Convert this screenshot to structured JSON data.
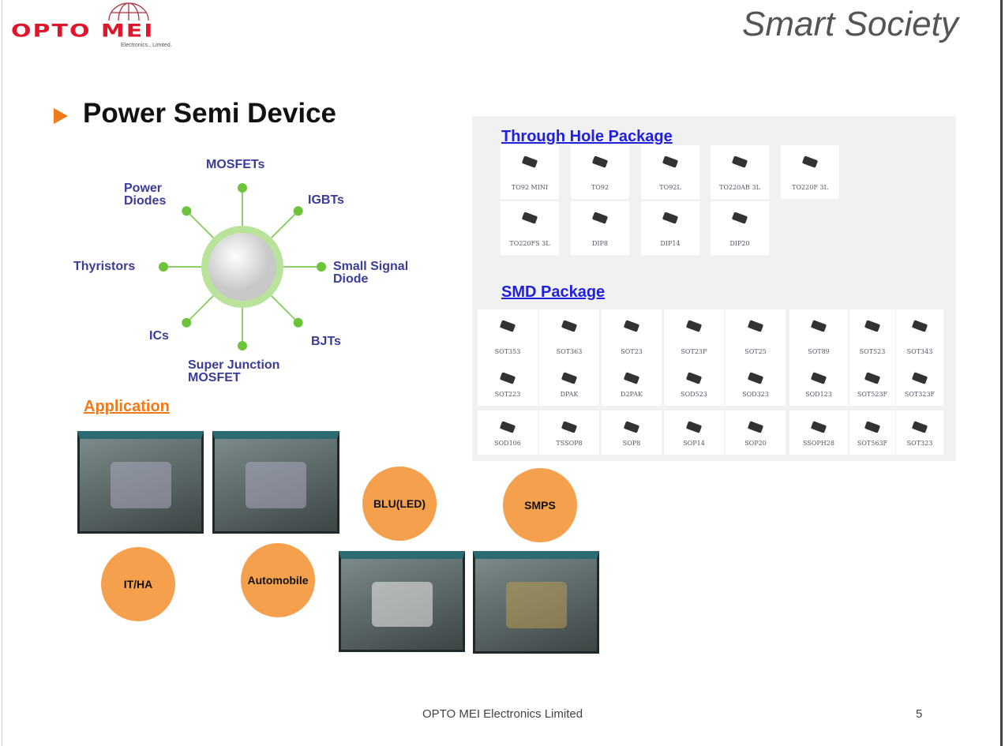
{
  "header": {
    "logo": "OPTO MEI",
    "logo_sub": "Electronics., Limited.",
    "tagline": "Smart Society"
  },
  "title": "Power Semi Device",
  "diagram": {
    "nodes": [
      "MOSFETs",
      "IGBTs",
      "Small Signal Diode",
      "BJTs",
      "Super Junction MOSFET",
      "ICs",
      "Thyristors",
      "Power Diodes"
    ]
  },
  "through_hole": {
    "title": "Through Hole Package",
    "items": [
      "TO92 MINI",
      "TO92",
      "TO92L",
      "TO220AB 3L",
      "TO220F 3L",
      "TO220FS 3L",
      "DIP8",
      "DIP14",
      "DIP20"
    ]
  },
  "smd": {
    "title": "SMD Package",
    "items": [
      "SOT353",
      "SOT363",
      "SOT23",
      "SOT23F",
      "SOT25",
      "SOT89",
      "SOT523",
      "SOT343",
      "SOT223",
      "DPAK",
      "D2PAK",
      "SOD523",
      "SOD323",
      "SOD123",
      "SOT523F",
      "SOT323F",
      "SOD106",
      "TSSOP8",
      "SOP8",
      "SOP14",
      "SOP20",
      "SSOPH28",
      "SOT563F",
      "SOT323"
    ]
  },
  "application": {
    "title": "Application",
    "items": [
      "IT/HA",
      "Automobile",
      "BLU(LED)",
      "SMPS"
    ]
  },
  "footer": {
    "company": "OPTO MEI Electronics Limited",
    "page": "5"
  }
}
